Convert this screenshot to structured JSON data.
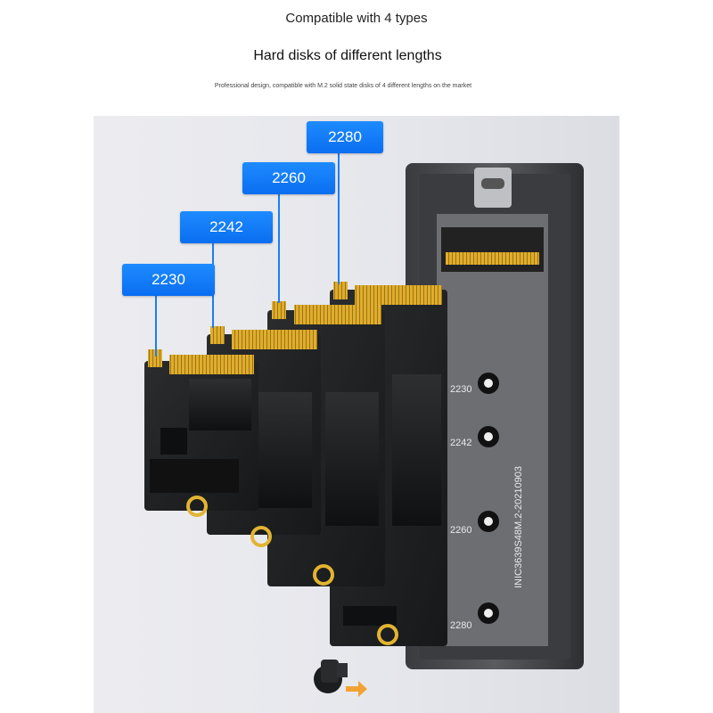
{
  "header": {
    "title": "Compatible with 4 types",
    "subtitle": "Hard disks of different lengths",
    "description": "Professional design, compatible with M.2 solid state disks of 4 different lengths on the market"
  },
  "tags": [
    {
      "label": "2230"
    },
    {
      "label": "2242"
    },
    {
      "label": "2260"
    },
    {
      "label": "2280"
    }
  ],
  "enclosure": {
    "board_marks": [
      "2230",
      "2242",
      "2260",
      "2280"
    ],
    "board_code": "INIC3639S48M.2-20210903"
  },
  "colors": {
    "tag_blue": "#1a7ff5",
    "pcb_black": "#202224",
    "gold_contact": "#d9a728",
    "enclosure_grey": "#4a4b4e"
  }
}
